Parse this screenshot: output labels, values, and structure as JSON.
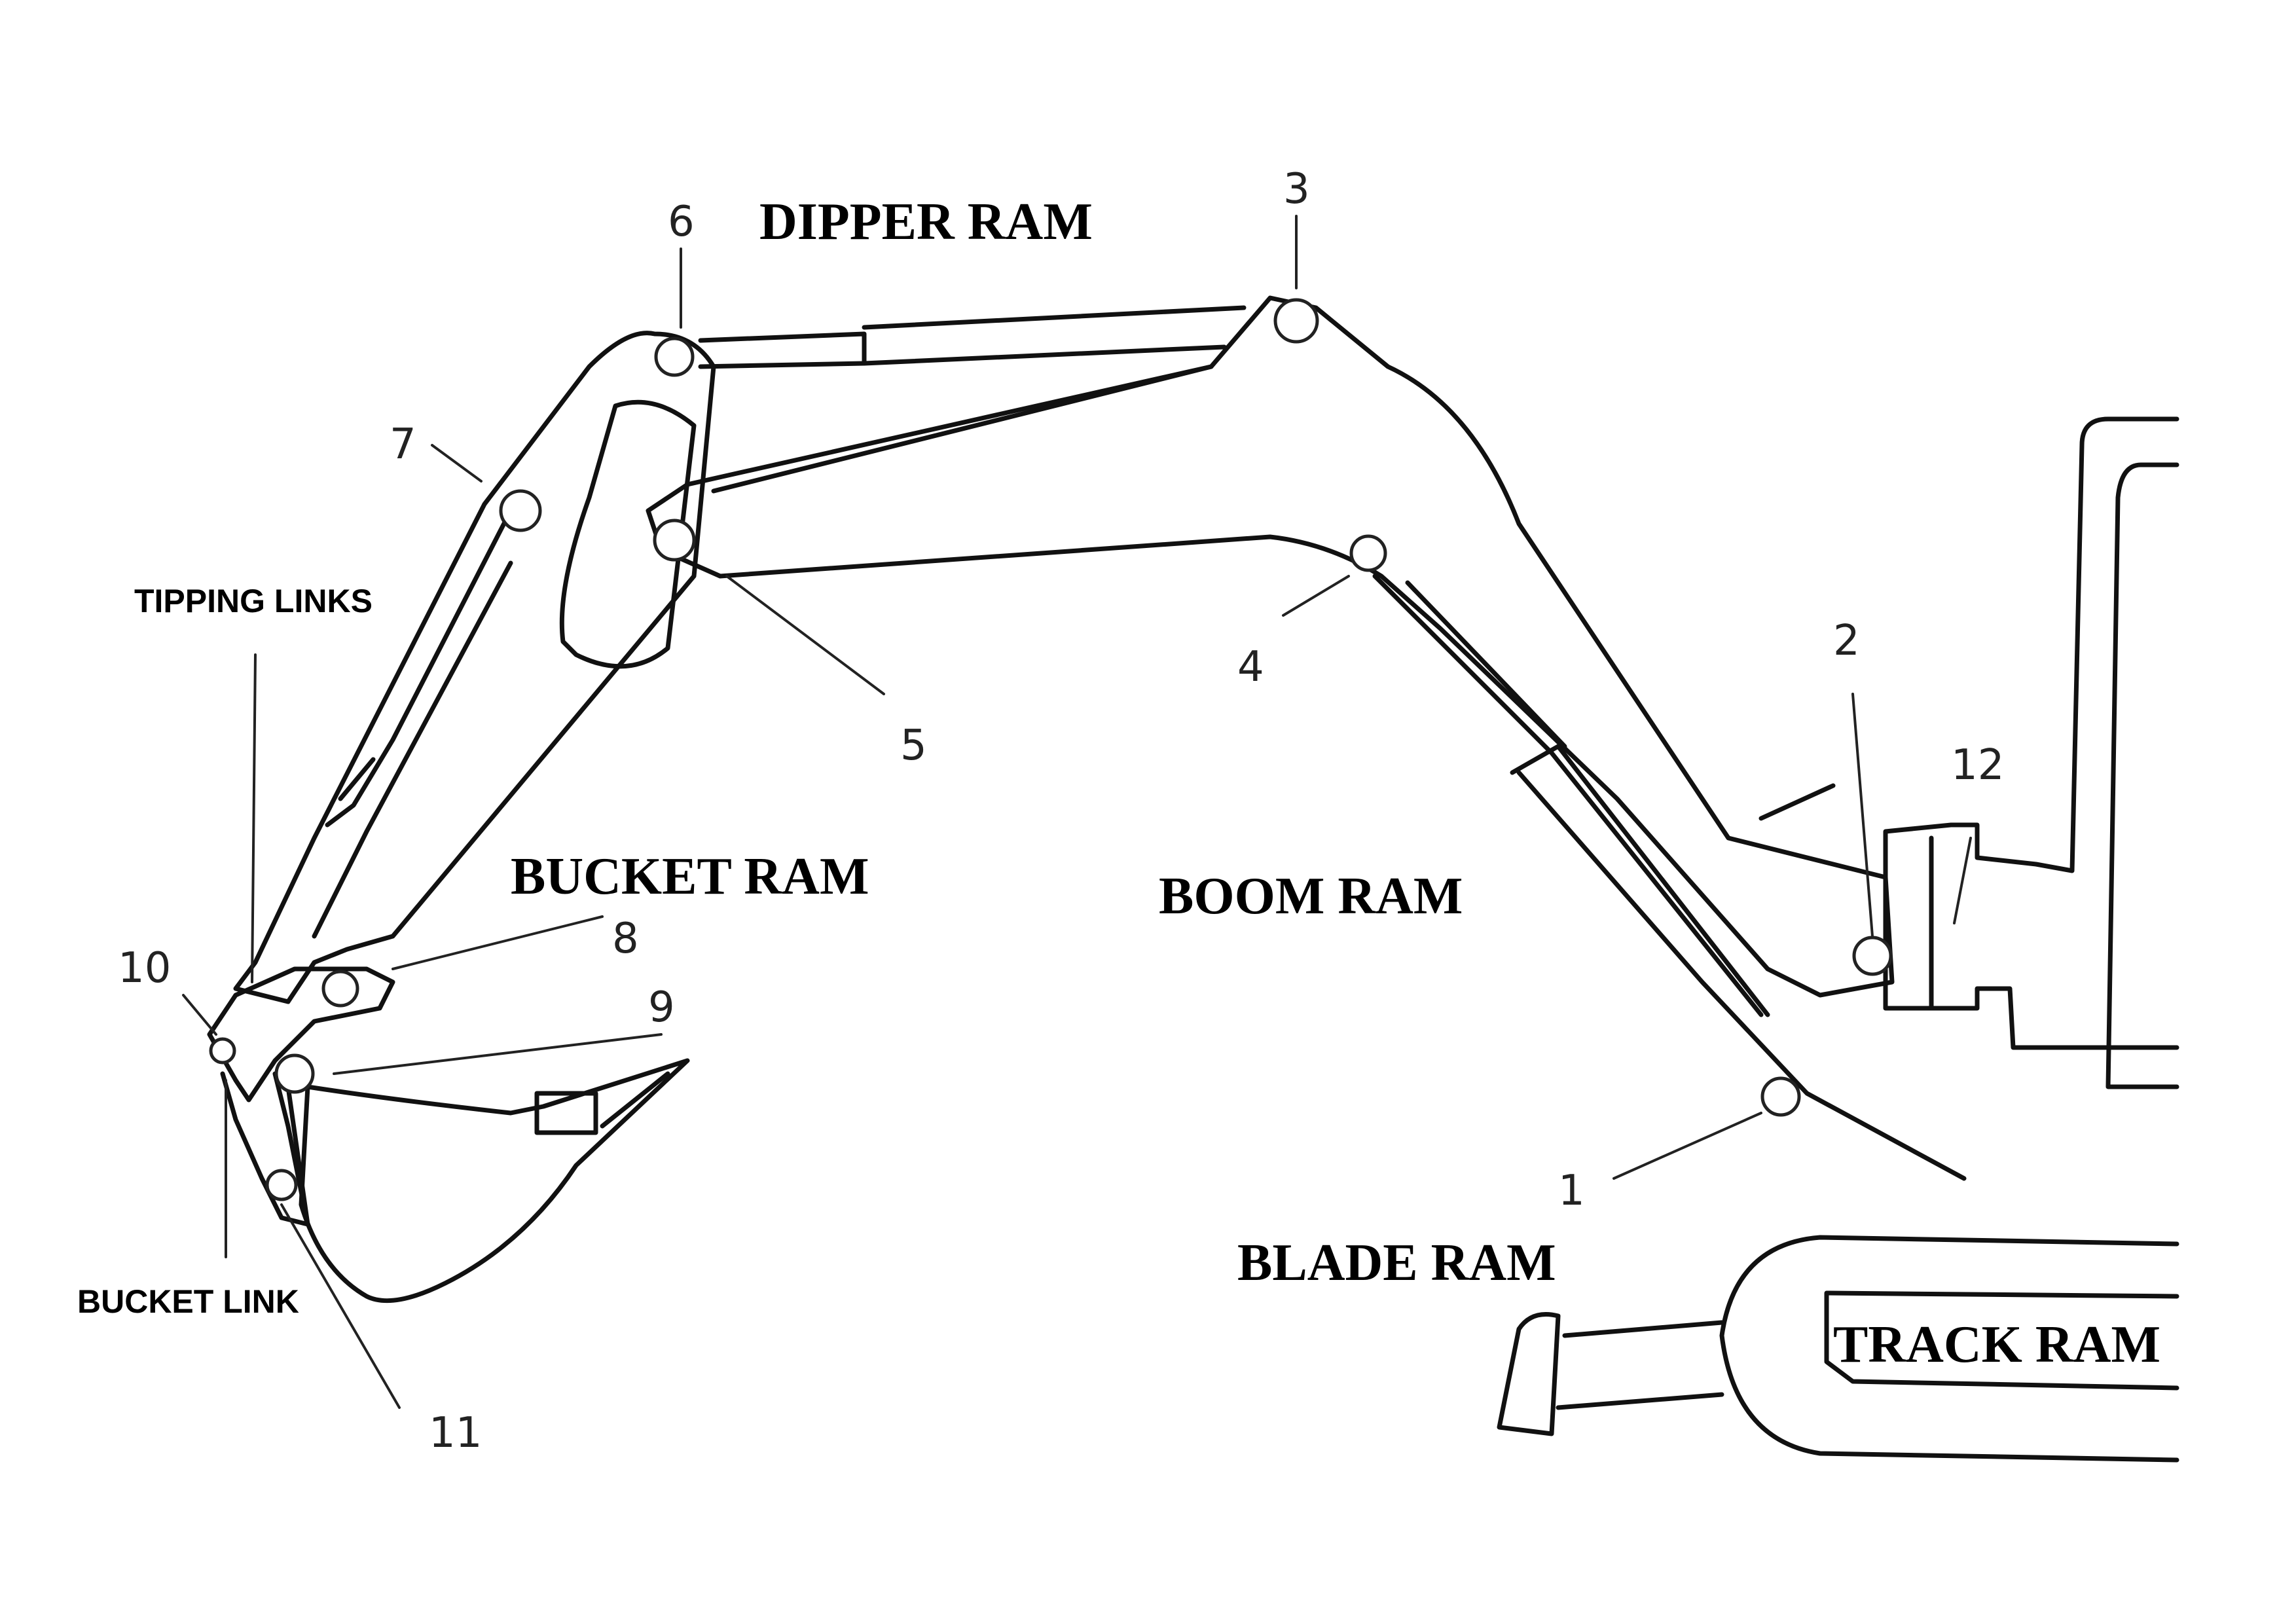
{
  "diagram": {
    "title": "Excavator arm rams and pivot points",
    "ram_labels": {
      "dipper_ram": "DIPPER RAM",
      "bucket_ram": "BUCKET RAM",
      "boom_ram": "BOOM RAM",
      "blade_ram": "BLADE RAM",
      "track_ram": "TRACK RAM"
    },
    "link_labels": {
      "tipping_links": "TIPPING LINKS",
      "bucket_link": "BUCKET LINK"
    },
    "pivot_numbers": [
      "1",
      "2",
      "3",
      "4",
      "5",
      "6",
      "7",
      "8",
      "9",
      "10",
      "11",
      "12"
    ],
    "colors": {
      "line": "#111111",
      "background": "#ffffff"
    }
  }
}
